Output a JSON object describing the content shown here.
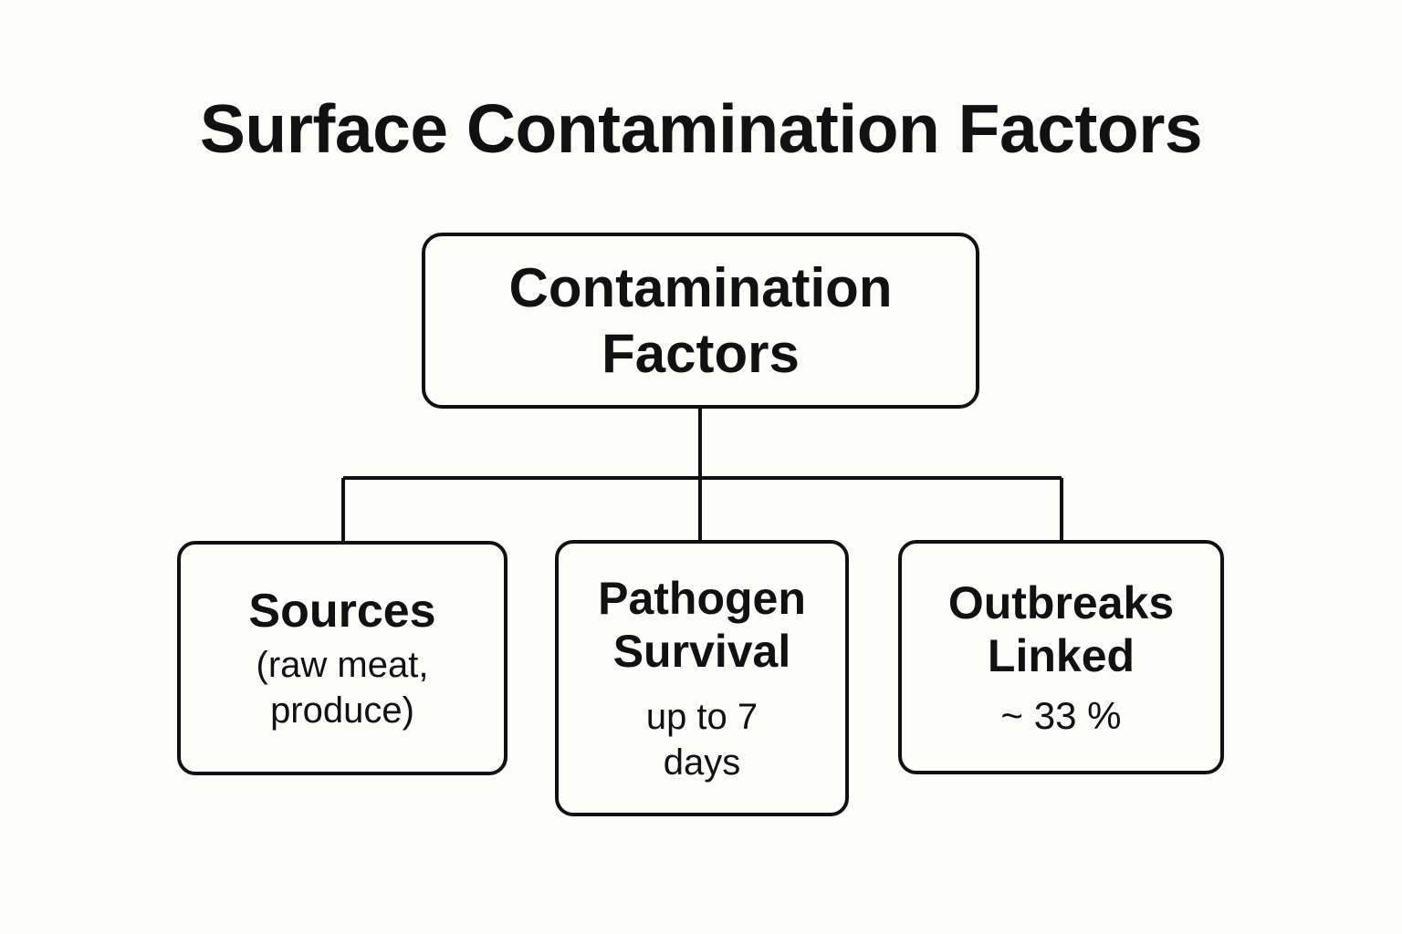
{
  "page": {
    "background_color": "#fdfdfb",
    "ink_color": "#111111",
    "title": "Surface Contamination Factors"
  },
  "diagram": {
    "type": "tree",
    "orientation": "top-down",
    "root": {
      "id": "contamination-factors",
      "title_line1": "Contamination",
      "title_line2": "Factors"
    },
    "children": [
      {
        "id": "sources",
        "title_line1": "Sources",
        "title_line2": "",
        "sub_line1": "(raw meat,",
        "sub_line2": "produce)"
      },
      {
        "id": "pathogen-survival",
        "title_line1": "Pathogen",
        "title_line2": "Survival",
        "sub_line1": "up to 7",
        "sub_line2": "days"
      },
      {
        "id": "outbreaks-linked",
        "title_line1": "Outbreaks",
        "title_line2": "Linked",
        "sub_line1": "~ 33 %",
        "sub_line2": ""
      }
    ],
    "connector": {
      "style": "orthogonal-elbow",
      "stroke_color": "#111111",
      "stroke_width": 4
    }
  }
}
